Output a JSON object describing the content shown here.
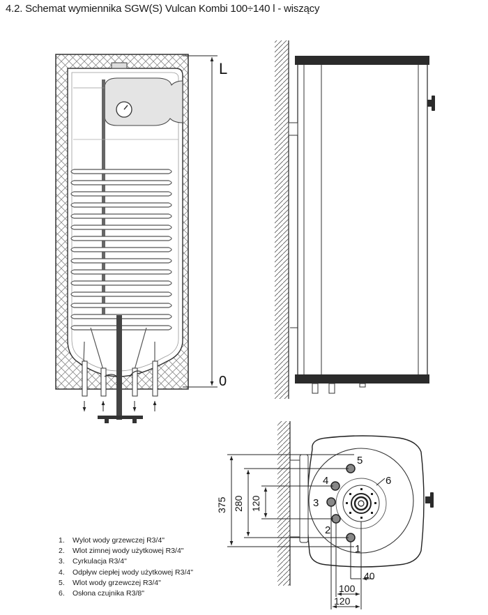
{
  "title": "4.2. Schemat wymiennika SGW(S) Vulcan Kombi 100÷140 l - wiszący",
  "height_labels": {
    "top": "L",
    "bottom": "0"
  },
  "connection_numbers": [
    "1",
    "2",
    "3",
    "4",
    "5",
    "6"
  ],
  "vertical_dimensions": [
    "375",
    "280",
    "120"
  ],
  "horizontal_dimensions": [
    "40",
    "100",
    "120"
  ],
  "legend": [
    {
      "num": "1.",
      "text": "Wylot wody grzewczej R3/4\""
    },
    {
      "num": "2.",
      "text": "Wlot zimnej wody użytkowej R3/4\""
    },
    {
      "num": "3.",
      "text": "Cyrkulacja R3/4\""
    },
    {
      "num": "4.",
      "text": "Odpływ ciepłej wody użytkowej R3/4\""
    },
    {
      "num": "5.",
      "text": "Wlot wody grzewczej R3/4\""
    },
    {
      "num": "6.",
      "text": "Osłona czujnika R3/8\""
    }
  ]
}
